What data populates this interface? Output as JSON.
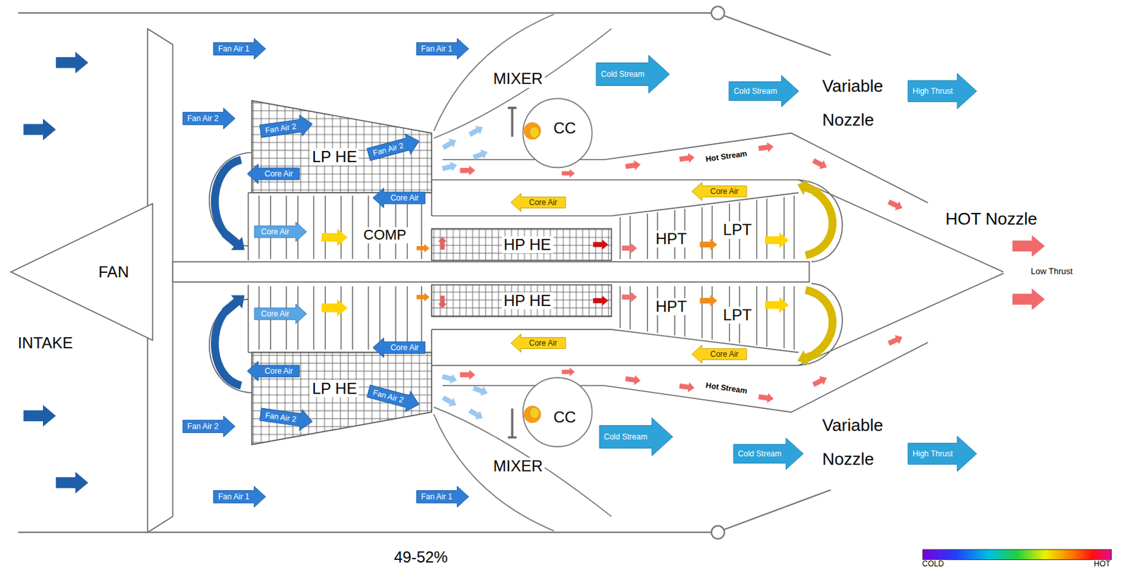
{
  "diagram": {
    "nodes": [
      {
        "text": [
          "Fan Air 1"
        ]
      },
      {
        "text": [
          "Fan Air 1"
        ]
      },
      {
        "text": [
          "Cold Stream"
        ]
      },
      {
        "text": [
          "Cold Stream"
        ]
      },
      {
        "text": [
          "High Thrust"
        ]
      },
      {
        "text": [
          "Fan Air 2"
        ]
      },
      {
        "text": [
          "Fan Air 2"
        ]
      },
      {
        "text": [
          "Fan Air 2"
        ]
      },
      {
        "text": [
          "Core Air"
        ]
      },
      {
        "text": [
          "Core Air"
        ]
      },
      {
        "text": [
          "Core Air"
        ]
      },
      {
        "text": [
          "Core Air"
        ]
      },
      {
        "text": [
          "Core Air"
        ]
      },
      {
        "text": [
          "Core Air"
        ]
      },
      {
        "text": [
          "Core Air"
        ]
      },
      {
        "text": [
          "Core Air"
        ]
      },
      {
        "text": [
          "Core Air"
        ]
      },
      {
        "text": [
          "Core Air"
        ]
      },
      {
        "text": [
          "Fan Air 2"
        ]
      },
      {
        "text": [
          "Fan Air 2"
        ]
      },
      {
        "text": [
          "Fan Air 2"
        ]
      },
      {
        "text": [
          "Cold Stream"
        ]
      },
      {
        "text": [
          "Cold Stream"
        ]
      },
      {
        "text": [
          "High Thrust"
        ]
      },
      {
        "text": [
          "Fan Air 1"
        ]
      },
      {
        "text": [
          "Fan Air 1"
        ]
      }
    ],
    "labels": [
      "MIXER",
      "Variable Nozzle",
      "CC",
      "Hot Stream",
      "LP HE",
      "HOT Nozzle",
      "LPT",
      "COMP",
      "HPT",
      "HP HE",
      "FAN",
      "Low Thrust",
      "HP HE",
      "HPT",
      "LPT",
      "INTAKE",
      "Hot Stream",
      "LP HE",
      "CC",
      "Variable Nozzle",
      "MIXER",
      "49-52%",
      "COLD",
      "HOT"
    ]
  }
}
